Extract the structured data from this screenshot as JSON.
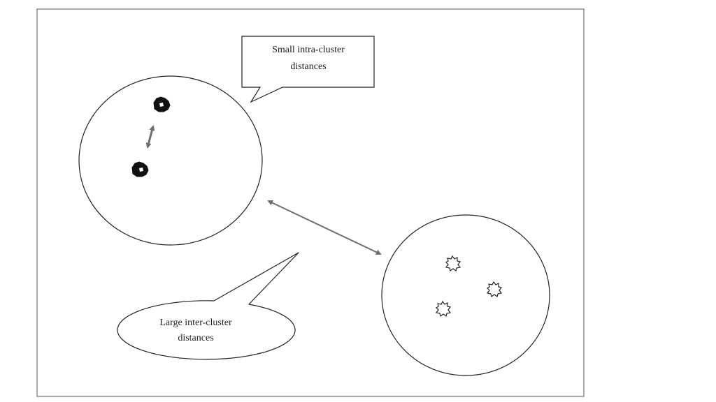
{
  "callouts": {
    "intra": {
      "line1": "Small intra-cluster",
      "line2": "distances"
    },
    "inter": {
      "line1": "Large inter-cluster",
      "line2": "distances"
    }
  },
  "clusters": [
    {
      "point_count": 2,
      "point_style": "filled"
    },
    {
      "point_count": 3,
      "point_style": "hollow"
    }
  ],
  "colors": {
    "frame": "#555555",
    "outline": "#222222",
    "arrow": "#6e6e6e",
    "point_filled": "#111111",
    "background": "#ffffff"
  }
}
